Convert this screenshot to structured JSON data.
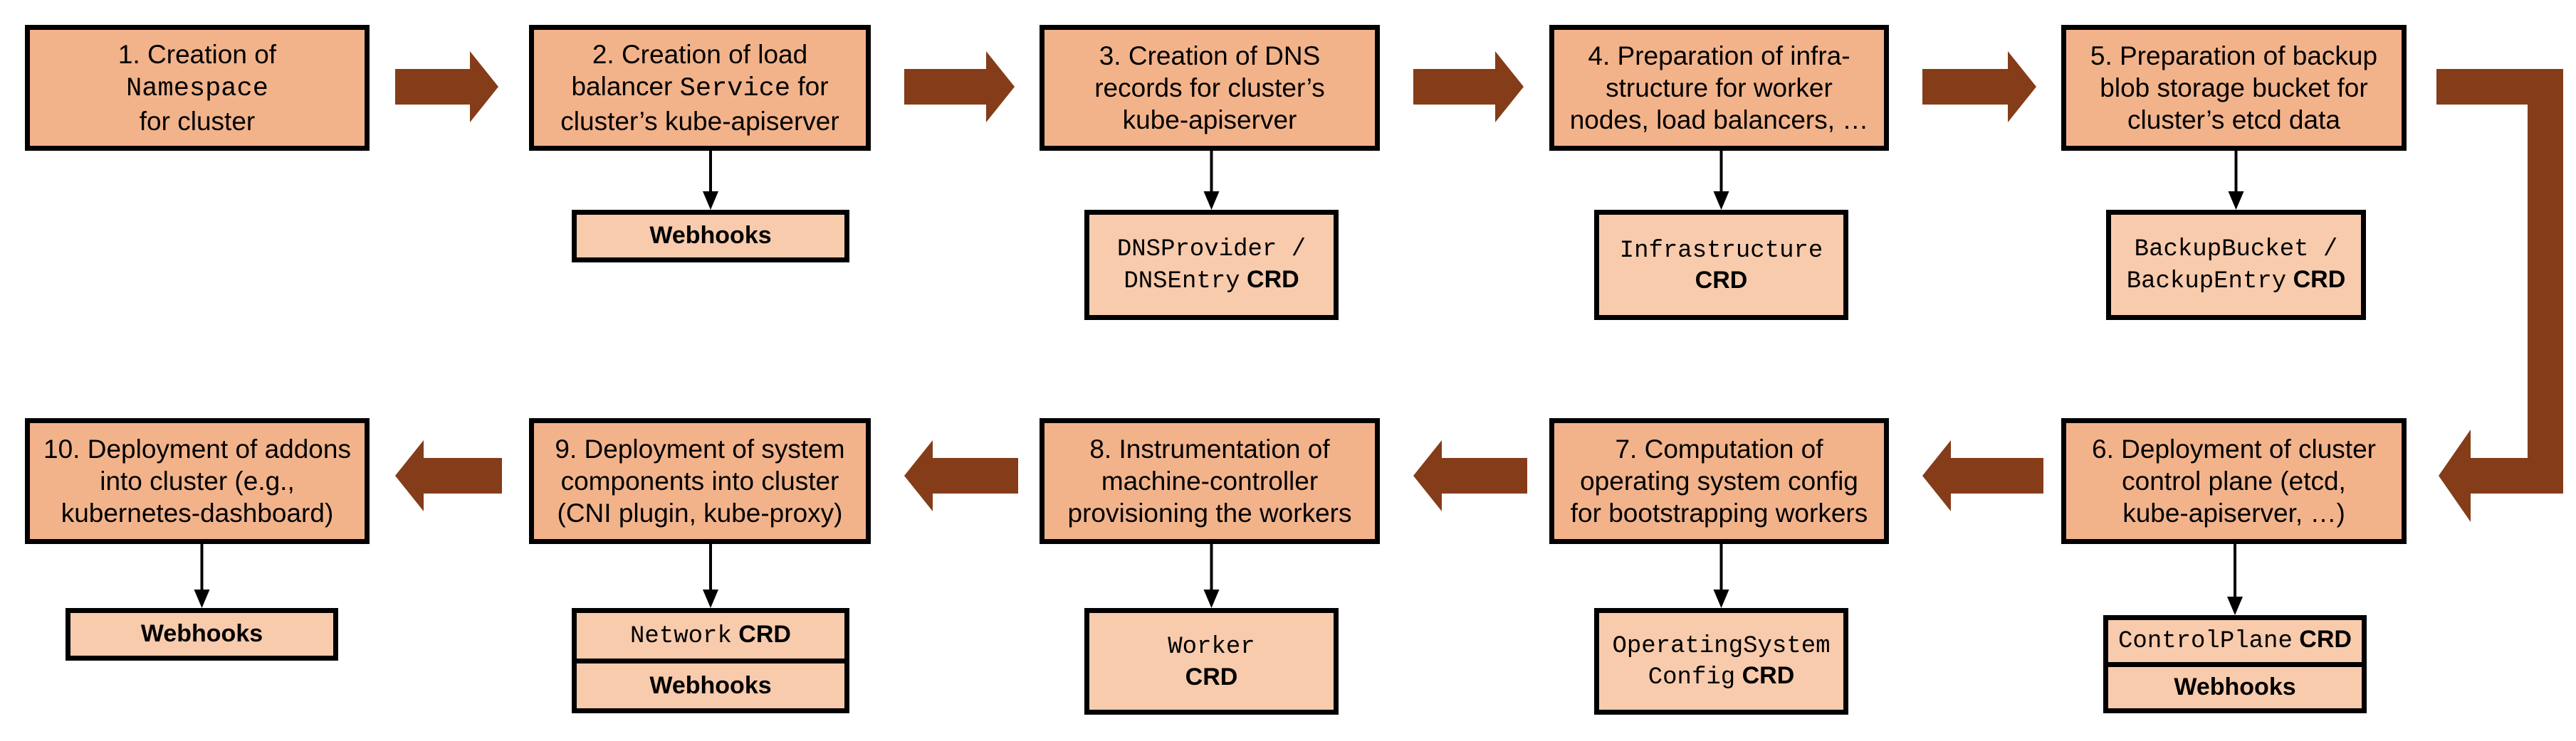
{
  "colors": {
    "step_fill": "#F2B38B",
    "crd_fill": "#F8CBAD",
    "flow_arrow": "#843C19",
    "border": "#000000"
  },
  "steps": [
    {
      "id": "1",
      "lines": [
        [
          {
            "t": "1. Creation of"
          }
        ],
        [
          {
            "t": "Namespace",
            "mono": true
          }
        ],
        [
          {
            "t": "for cluster"
          }
        ]
      ],
      "resources": []
    },
    {
      "id": "2",
      "lines": [
        [
          {
            "t": "2. Creation of load"
          }
        ],
        [
          {
            "t": "balancer "
          },
          {
            "t": "Service",
            "mono": true
          },
          {
            "t": " for"
          }
        ],
        [
          {
            "t": "cluster’s kube-apiserver"
          }
        ]
      ],
      "resources": [
        [
          [
            {
              "t": "Webhooks"
            }
          ]
        ]
      ]
    },
    {
      "id": "3",
      "lines": [
        [
          {
            "t": "3. Creation of DNS"
          }
        ],
        [
          {
            "t": "records for cluster’s"
          }
        ],
        [
          {
            "t": "kube-apiserver"
          }
        ]
      ],
      "resources": [
        [
          [
            {
              "t": "DNSProvider /",
              "mono": true
            }
          ],
          [
            {
              "t": "DNSEntry",
              "mono": true
            },
            {
              "t": " CRD"
            }
          ]
        ]
      ]
    },
    {
      "id": "4",
      "lines": [
        [
          {
            "t": "4. Preparation of infra-"
          }
        ],
        [
          {
            "t": "structure for worker"
          }
        ],
        [
          {
            "t": "nodes, load balancers, …"
          }
        ]
      ],
      "resources": [
        [
          [
            {
              "t": "Infrastructure",
              "mono": true
            }
          ],
          [
            {
              "t": "CRD"
            }
          ]
        ]
      ]
    },
    {
      "id": "5",
      "lines": [
        [
          {
            "t": "5. Preparation of backup"
          }
        ],
        [
          {
            "t": "blob storage bucket for"
          }
        ],
        [
          {
            "t": "cluster’s etcd data"
          }
        ]
      ],
      "resources": [
        [
          [
            {
              "t": "BackupBucket /",
              "mono": true
            }
          ],
          [
            {
              "t": "BackupEntry",
              "mono": true
            },
            {
              "t": " CRD"
            }
          ]
        ]
      ]
    },
    {
      "id": "6",
      "lines": [
        [
          {
            "t": "6. Deployment of cluster"
          }
        ],
        [
          {
            "t": "control plane (etcd,"
          }
        ],
        [
          {
            "t": "kube-apiserver, …)"
          }
        ]
      ],
      "resources": [
        [
          [
            {
              "t": "ControlPlane",
              "mono": true
            },
            {
              "t": " CRD"
            }
          ]
        ],
        [
          [
            {
              "t": "Webhooks"
            }
          ]
        ]
      ]
    },
    {
      "id": "7",
      "lines": [
        [
          {
            "t": "7. Computation of"
          }
        ],
        [
          {
            "t": "operating system config"
          }
        ],
        [
          {
            "t": "for bootstrapping workers"
          }
        ]
      ],
      "resources": [
        [
          [
            {
              "t": "OperatingSystem",
              "mono": true
            }
          ],
          [
            {
              "t": "Config",
              "mono": true
            },
            {
              "t": " CRD"
            }
          ]
        ]
      ]
    },
    {
      "id": "8",
      "lines": [
        [
          {
            "t": "8. Instrumentation of"
          }
        ],
        [
          {
            "t": "machine-controller"
          }
        ],
        [
          {
            "t": "provisioning the workers"
          }
        ]
      ],
      "resources": [
        [
          [
            {
              "t": "Worker",
              "mono": true
            }
          ],
          [
            {
              "t": "CRD"
            }
          ]
        ]
      ]
    },
    {
      "id": "9",
      "lines": [
        [
          {
            "t": "9. Deployment of system"
          }
        ],
        [
          {
            "t": "components into cluster"
          }
        ],
        [
          {
            "t": "(CNI plugin, kube-proxy)"
          }
        ]
      ],
      "resources": [
        [
          [
            {
              "t": "Network",
              "mono": true
            },
            {
              "t": " CRD"
            }
          ]
        ],
        [
          [
            {
              "t": "Webhooks"
            }
          ]
        ]
      ]
    },
    {
      "id": "10",
      "lines": [
        [
          {
            "t": "10. Deployment of addons"
          }
        ],
        [
          {
            "t": "into cluster (e.g.,"
          }
        ],
        [
          {
            "t": "kubernetes-dashboard)"
          }
        ]
      ],
      "resources": [
        [
          [
            {
              "t": "Webhooks"
            }
          ]
        ]
      ]
    }
  ]
}
